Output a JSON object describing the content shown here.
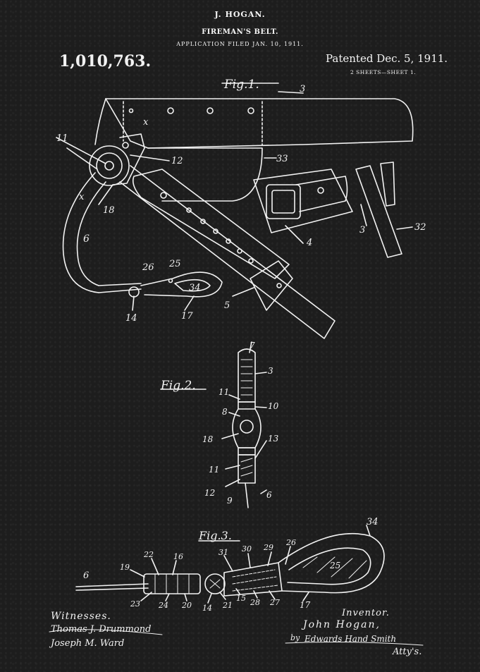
{
  "header": {
    "inventor": "J. HOGAN.",
    "title": "FIREMAN'S BELT.",
    "application": "APPLICATION FILED JAN. 10, 1911.",
    "patent_number": "1,010,763.",
    "patented": "Patented Dec. 5, 1911.",
    "sheets": "2 SHEETS—SHEET 1."
  },
  "figures": {
    "fig1": "Fig.1.",
    "fig2": "Fig.2.",
    "fig3": "Fig.3."
  },
  "refs": {
    "fig1": [
      "3",
      "x",
      "11",
      "12",
      "33",
      "x",
      "18",
      "6",
      "4",
      "3",
      "32",
      "26",
      "25",
      "34",
      "5",
      "14",
      "17"
    ],
    "fig2": [
      "7",
      "3",
      "11",
      "10",
      "8",
      "18",
      "13",
      "11",
      "12",
      "9",
      "6"
    ],
    "fig3": [
      "34",
      "31",
      "30",
      "29",
      "26",
      "22",
      "16",
      "19",
      "6",
      "25",
      "23",
      "24",
      "20",
      "14",
      "21",
      "15",
      "28",
      "27",
      "17"
    ]
  },
  "signatures": {
    "witnesses_label": "Witnesses.",
    "witness_1": "Thomas J. Drummond",
    "witness_2": "Joseph M. Ward",
    "inventor_label": "Inventor.",
    "inventor_name": "John Hogan,",
    "by": "by",
    "attorney": "Edwards Hand Smith",
    "attys": "Atty's."
  }
}
